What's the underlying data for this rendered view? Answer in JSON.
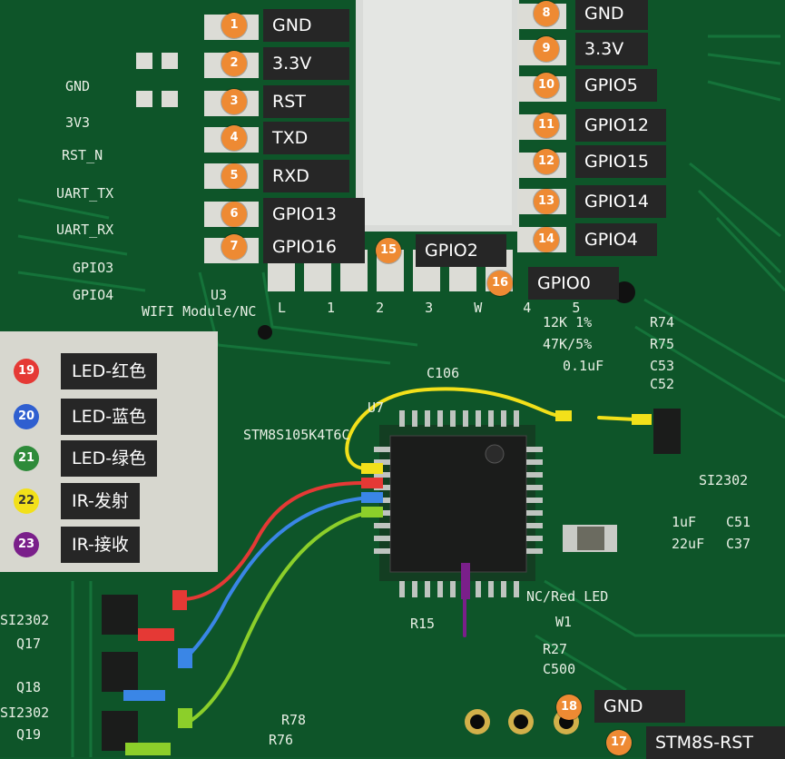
{
  "module_pins_left": [
    {
      "num": "1",
      "label": "GND"
    },
    {
      "num": "2",
      "label": "3.3V"
    },
    {
      "num": "3",
      "label": "RST"
    },
    {
      "num": "4",
      "label": "TXD"
    },
    {
      "num": "5",
      "label": "RXD"
    },
    {
      "num": "6",
      "label": "GPIO13"
    },
    {
      "num": "7",
      "label": "GPIO16"
    }
  ],
  "module_pins_right": [
    {
      "num": "8",
      "label": "GND"
    },
    {
      "num": "9",
      "label": "3.3V"
    },
    {
      "num": "10",
      "label": "GPIO5"
    },
    {
      "num": "11",
      "label": "GPIO12"
    },
    {
      "num": "12",
      "label": "GPIO15"
    },
    {
      "num": "13",
      "label": "GPIO14"
    },
    {
      "num": "14",
      "label": "GPIO4"
    }
  ],
  "module_pins_bottom": [
    {
      "num": "15",
      "label": "GPIO2"
    },
    {
      "num": "16",
      "label": "GPIO0"
    }
  ],
  "legend": [
    {
      "num": "19",
      "label": "LED-红色",
      "color": "#e53935"
    },
    {
      "num": "20",
      "label": "LED-蓝色",
      "color": "#2f5fd0"
    },
    {
      "num": "21",
      "label": "LED-绿色",
      "color": "#2e8b3a"
    },
    {
      "num": "22",
      "label": "IR-发射",
      "color": "#f2e01a"
    },
    {
      "num": "23",
      "label": "IR-接收",
      "color": "#7a1f8a"
    }
  ],
  "board_pins": [
    {
      "num": "18",
      "label": "GND"
    },
    {
      "num": "17",
      "label": "STM8S-RST"
    }
  ],
  "silkscreen": {
    "left_gnd": "GND",
    "left_3v3": "3V3",
    "left_rst": "RST_N",
    "left_tx": "UART_TX",
    "left_rx": "UART_RX",
    "left_gpio3": "GPIO3",
    "left_gpio4": "GPIO4",
    "module": "WIFI Module/NC",
    "u3": "U3",
    "bottom_pins": "L 1 2 3 W 4 5",
    "chip": "STM8S105K4T6C",
    "u7": "U7",
    "res_12k": "12K 1%",
    "res_47k": "47K/5%",
    "c53": "C53",
    "c52": "C52",
    "c106": "C106",
    "cap_val": "0.1uF",
    "r74": "R74",
    "r75": "R75",
    "si_a": "SI2302",
    "si_b": "SI2302",
    "si_c": "SI2302",
    "q17": "Q17",
    "q18": "Q18",
    "q19": "Q19",
    "c51": "C51",
    "c37": "C37",
    "cap_1uf": "1uF",
    "cap_22uf": "22uF",
    "nc_red": "NC/Red LED",
    "w1": "W1",
    "r15": "R15",
    "r27": "R27",
    "c500": "C500",
    "r76": "R76",
    "r78": "R78"
  },
  "colors": {
    "pcb": "#0f5a2c",
    "label_bg": "#262626",
    "badge_orange": "#ee8a33",
    "wire_yellow": "#f2e01a",
    "wire_red": "#e53935",
    "wire_blue": "#3a86e6",
    "wire_green": "#8ccf2a",
    "wire_purple": "#7a1f8a"
  },
  "icons": [
    "solder-pad",
    "chip-ic",
    "via-hole"
  ]
}
